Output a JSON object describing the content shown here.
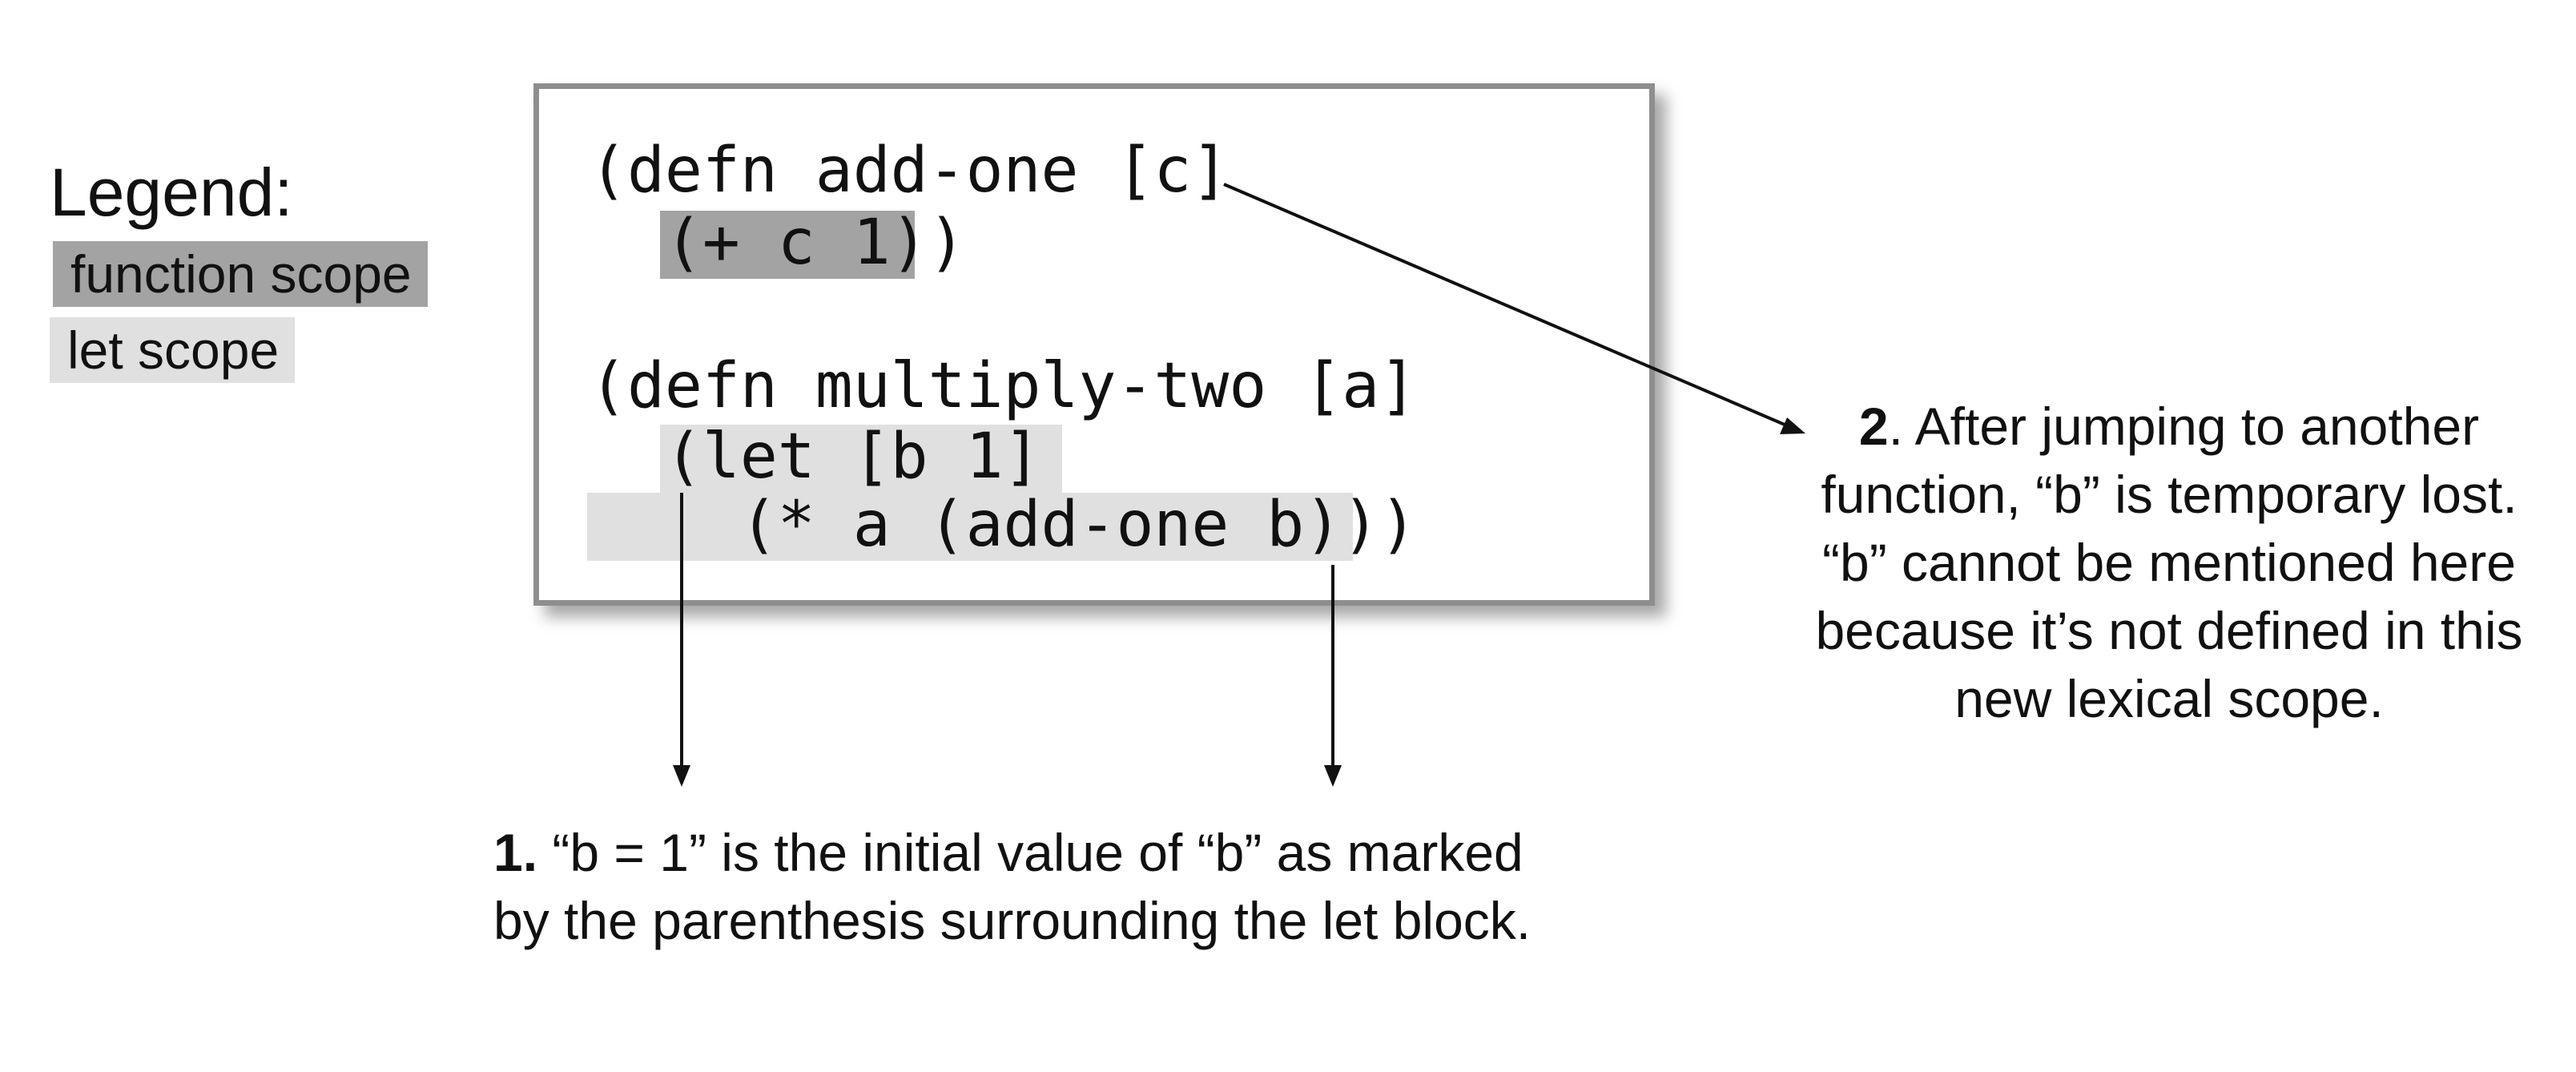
{
  "legend": {
    "title": "Legend:",
    "function_scope": "function scope",
    "let_scope": "let scope",
    "colors": {
      "function_scope": "#a3a3a3",
      "let_scope": "#e0e0e0"
    }
  },
  "code": {
    "lines": [
      "(defn add-one [c]",
      "  (+ c 1))",
      "(defn multiply-two [a]",
      "  (let [b 1]",
      "    (* a (add-one b)))"
    ]
  },
  "notes": {
    "note1": {
      "number": "1.",
      "line1": " “b = 1” is the initial value of “b” as marked",
      "line2": "by the parenthesis surrounding the let block."
    },
    "note2": {
      "number": "2",
      "line1": ". After jumping to another",
      "line2": "function, “b” is temporary lost.",
      "line3": "“b” cannot be mentioned here",
      "line4": "because it’s not defined in this",
      "line5": "new lexical scope."
    }
  }
}
